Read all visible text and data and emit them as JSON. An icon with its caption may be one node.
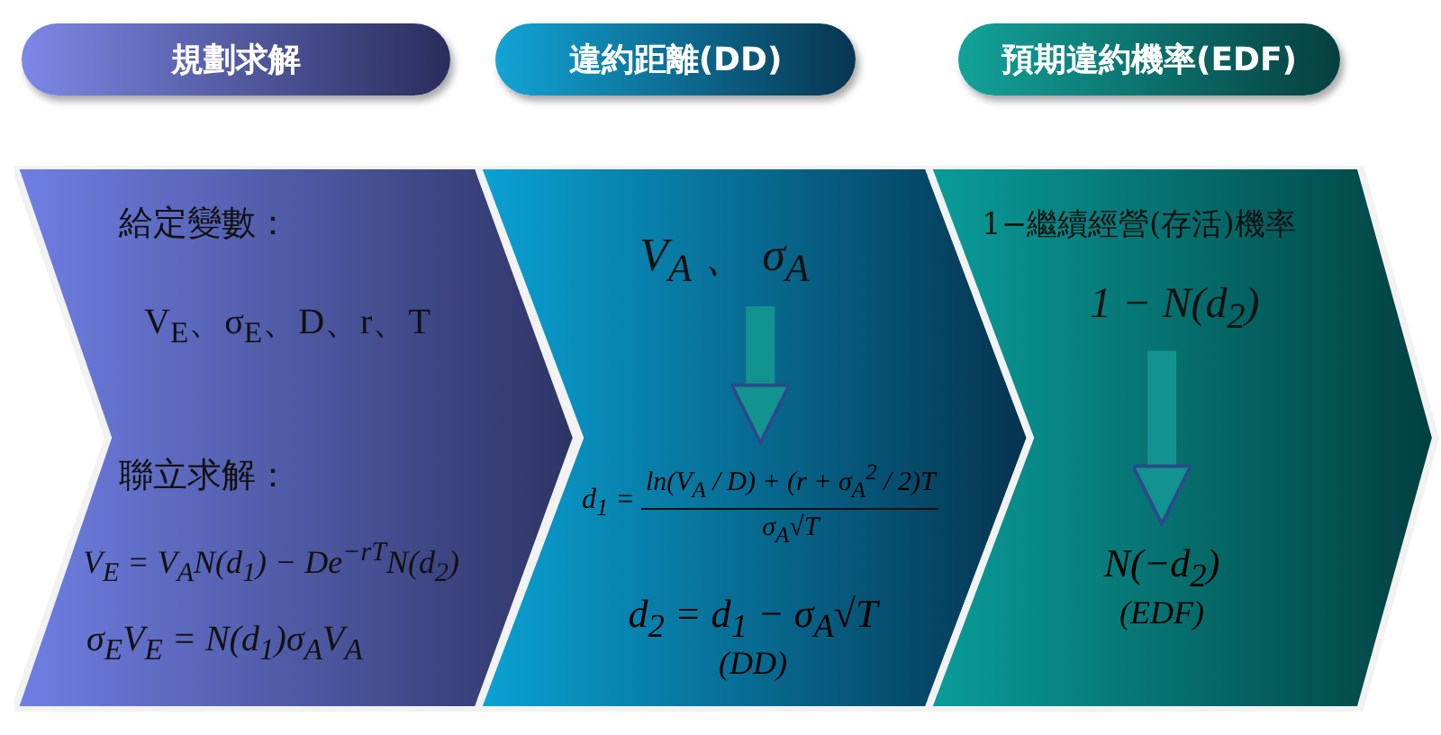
{
  "diagram": {
    "nodes": [
      {
        "text": [
          "規劃求解"
        ]
      },
      {
        "text": [
          "違約距離(DD)"
        ]
      },
      {
        "text": [
          "預期違約機率(EDF)"
        ]
      },
      {
        "text": [
          "給定變數：",
          "V$_{E}$、σ$_{E}$、D、r、T",
          "聯立求解：",
          "V$_{E}$ = V$_{A}$N(d$_{1}$) − De$^{−rT}$N(d$_{2}$)",
          "σ$_{E}$V$_{E}$ = N(d$_{1}$)σ$_{A}$V$_{A}$"
        ]
      },
      {
        "text": [],
        "shape": "chevron"
      },
      {
        "text": [
          "V$_{A}$ 、 σ$_{A}$"
        ],
        "in": 4
      },
      {
        "text": [
          "d$_{1}$ =",
          "ln(V$_{A}$ / D) + (r + σ$_{A}$$^{2}$ / 2)T",
          "σ$_{A}$√T"
        ],
        "in": 4
      },
      {
        "text": [
          "d$_{2}$ = d$_{1}$ − σ$_{A}$√T",
          "(DD)"
        ],
        "in": 4
      },
      {
        "text": [
          "1−繼續經營(存活)機率"
        ]
      },
      {
        "text": [
          "1 − N(d$_{2}$)"
        ],
        "in": 8
      },
      {
        "text": [
          "N(−d$_{2}$)",
          "(EDF)"
        ],
        "in": 8
      }
    ],
    "edges": [
      {
        "from": 5,
        "to": 6,
        "arrow": "to"
      },
      {
        "from": 9,
        "to": 10,
        "arrow": "to"
      }
    ]
  }
}
